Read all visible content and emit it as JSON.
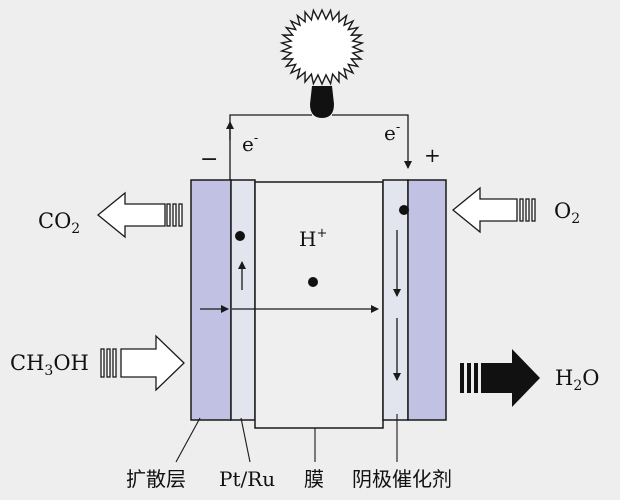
{
  "labels": {
    "e_left": "e",
    "e_right": "e",
    "e_sup": "-",
    "minus": "−",
    "plus": "+",
    "h_plus": "H",
    "h_sup": "+",
    "co2": "CO",
    "co2_sub": "2",
    "o2": "O",
    "o2_sub": "2",
    "ch3oh_a": "CH",
    "ch3oh_sub": "3",
    "ch3oh_b": "OH",
    "h2o_a": "H",
    "h2o_sub": "2",
    "h2o_b": "O",
    "diffusion_layer": "扩散层",
    "catalyst_anode": "Pt/Ru",
    "membrane": "膜",
    "catalyst_cathode": "阴极催化剂"
  },
  "colors": {
    "diffusion_layer": "#c0c1e3",
    "catalyst_layer": "#e3e5ee",
    "membrane": "#efefef",
    "line": "#1a1a1a",
    "background": "#eeeeee"
  }
}
